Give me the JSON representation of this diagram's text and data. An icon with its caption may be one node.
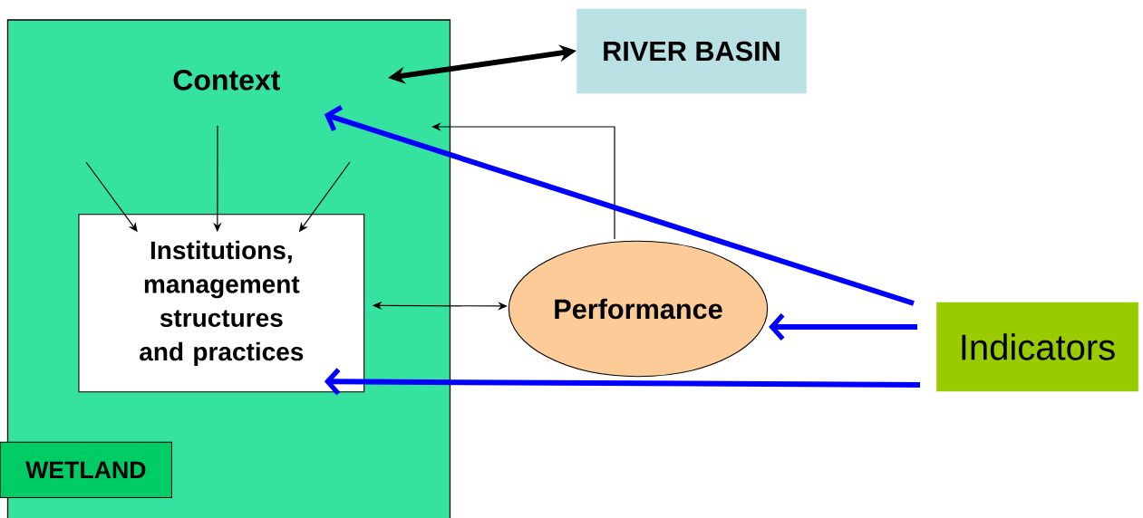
{
  "diagram": {
    "nodes": [
      {
        "text": [],
        "shape": "box"
      },
      {
        "text": [
          "Context"
        ],
        "in": 0
      },
      {
        "text": [
          "Institutions, management structures and practices"
        ],
        "in": 0
      },
      {
        "text": [
          "WETLAND"
        ],
        "in": 0
      },
      {
        "text": [
          "RIVER BASIN"
        ]
      },
      {
        "text": [
          "Performance"
        ]
      },
      {
        "text": [
          "Indicators"
        ]
      }
    ],
    "edges": [
      {
        "from": 0,
        "to": 4,
        "arrow": "both",
        "style": "thick"
      },
      {
        "from": null,
        "to": 2,
        "arrow": "to"
      },
      {
        "from": null,
        "to": 2,
        "arrow": "to"
      },
      {
        "from": null,
        "to": 2,
        "arrow": "to"
      },
      {
        "from": 5,
        "to": 0,
        "arrow": "to"
      },
      {
        "from": 2,
        "to": 5,
        "arrow": "both"
      },
      {
        "from": 6,
        "to": 1,
        "arrow": "to",
        "style": "thick",
        "color": "#0000ff"
      },
      {
        "from": 6,
        "to": 5,
        "arrow": "to",
        "style": "thick",
        "color": "#0000ff"
      },
      {
        "from": 6,
        "to": 2,
        "arrow": "to",
        "style": "thick",
        "color": "#0000ff"
      }
    ]
  }
}
